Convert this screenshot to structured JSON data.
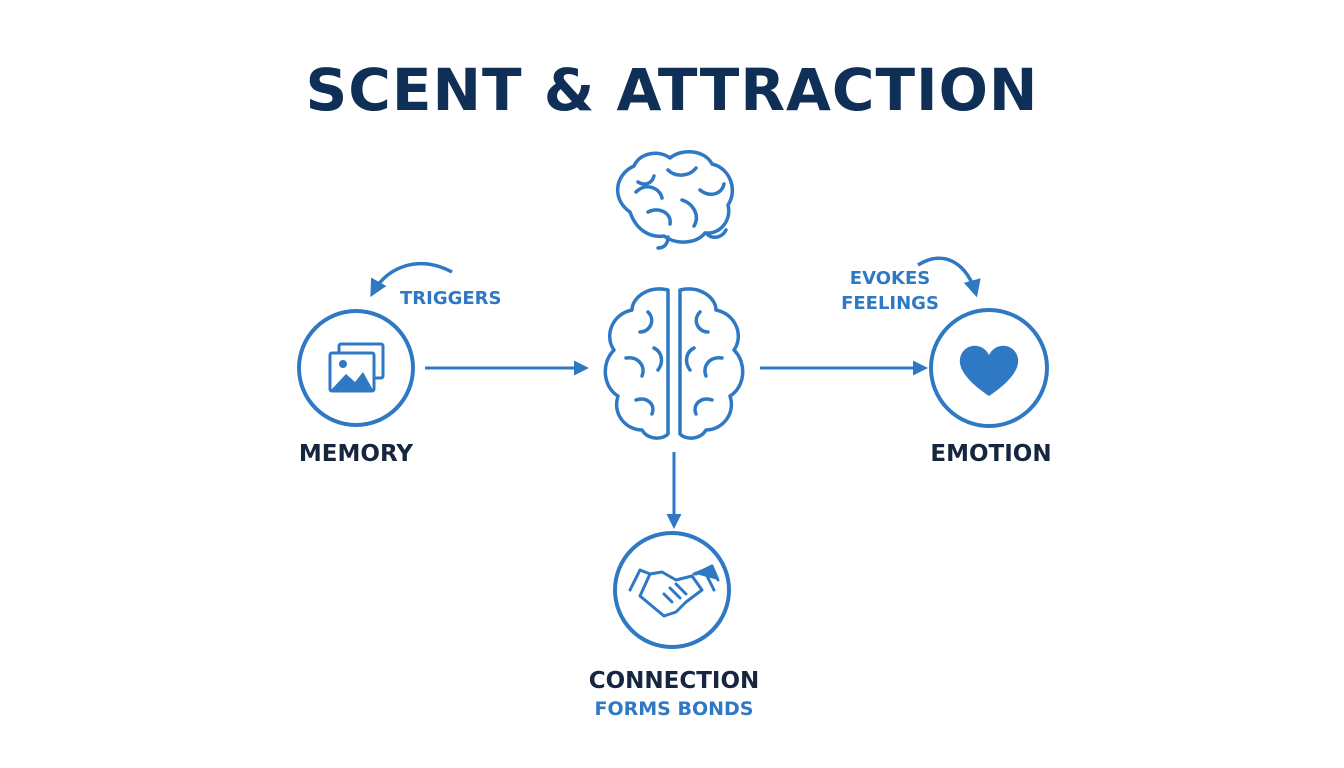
{
  "title": "SCENT & ATTRACTION",
  "nodes": {
    "memory": {
      "label": "MEMORY",
      "icon": "image-gallery-icon"
    },
    "brain": {
      "icon": "brain-icon"
    },
    "emotion": {
      "label": "EMOTION",
      "icon": "heart-icon"
    },
    "connection": {
      "label": "CONNECTION",
      "sublabel": "FORMS BONDS",
      "icon": "handshake-icon"
    }
  },
  "annotations": {
    "triggers": "TRIGGERS",
    "evokes_line1": "EVOKES",
    "evokes_line2": "FEELINGS"
  },
  "colors": {
    "primary": "#2f78c4",
    "title": "#0f2f57",
    "label": "#16263f",
    "background": "#ffffff"
  }
}
